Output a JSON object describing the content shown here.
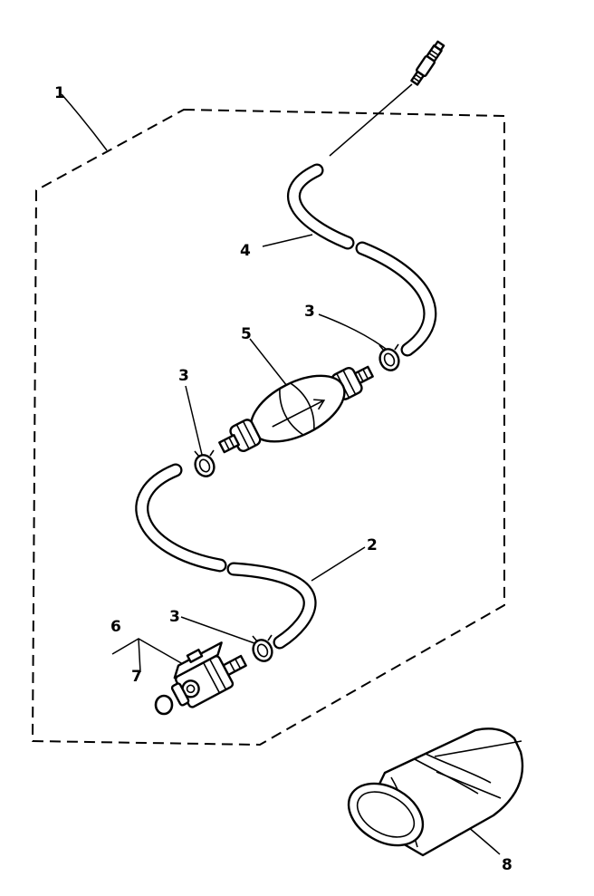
{
  "colors": {
    "line": "#000000",
    "background": "#ffffff"
  },
  "callouts": {
    "kit": "1",
    "hose_lower": "2",
    "clamp_upper": "3",
    "clamp_mid": "3",
    "clamp_lower": "3",
    "hose_upper": "4",
    "primer_bulb": "5",
    "connector": "6",
    "o_ring": "7",
    "cover": "8"
  }
}
